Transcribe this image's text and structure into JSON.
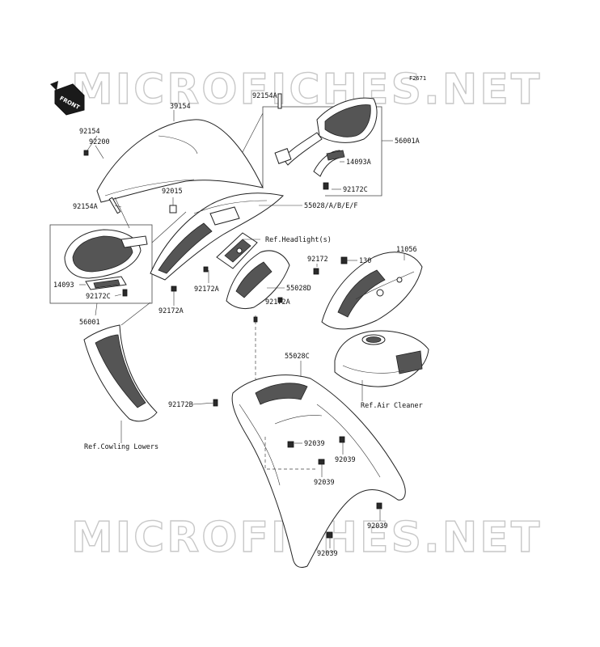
{
  "diagram": {
    "figure_code": "F2671",
    "watermark": "MICROFICHES.NET",
    "front_label": "FRONT",
    "part_labels": [
      {
        "id": "p39154",
        "text": "39154"
      },
      {
        "id": "p92154a_top",
        "text": "92154A"
      },
      {
        "id": "p56001a",
        "text": "56001A"
      },
      {
        "id": "p92154",
        "text": "92154"
      },
      {
        "id": "p92200",
        "text": "92200"
      },
      {
        "id": "p14093a",
        "text": "14093A"
      },
      {
        "id": "p92172c_top",
        "text": "92172C"
      },
      {
        "id": "p92015",
        "text": "92015"
      },
      {
        "id": "p55028abef",
        "text": "55028/A/B/E/F"
      },
      {
        "id": "p92154a_left",
        "text": "92154A"
      },
      {
        "id": "p92172_r",
        "text": "92172"
      },
      {
        "id": "p130",
        "text": "130"
      },
      {
        "id": "p11056",
        "text": "11056"
      },
      {
        "id": "p14093",
        "text": "14093"
      },
      {
        "id": "p92172a_mid",
        "text": "92172A"
      },
      {
        "id": "p55028d",
        "text": "55028D"
      },
      {
        "id": "p92172c_left",
        "text": "92172C"
      },
      {
        "id": "p92172a_bl",
        "text": "92172A"
      },
      {
        "id": "p92172a_br",
        "text": "92172A"
      },
      {
        "id": "p56001",
        "text": "56001"
      },
      {
        "id": "p55028c",
        "text": "55028C"
      },
      {
        "id": "p92172b",
        "text": "92172B"
      },
      {
        "id": "p92039_a",
        "text": "92039"
      },
      {
        "id": "p92039_b",
        "text": "92039"
      },
      {
        "id": "p92039_c",
        "text": "92039"
      },
      {
        "id": "p92039_d",
        "text": "92039"
      },
      {
        "id": "p92039_e",
        "text": "92039"
      }
    ],
    "references": [
      {
        "id": "ref_headlight",
        "text": "Ref.Headlight(s)"
      },
      {
        "id": "ref_air_cleaner",
        "text": "Ref.Air Cleaner"
      },
      {
        "id": "ref_cowling",
        "text": "Ref.Cowling Lowers"
      }
    ]
  }
}
